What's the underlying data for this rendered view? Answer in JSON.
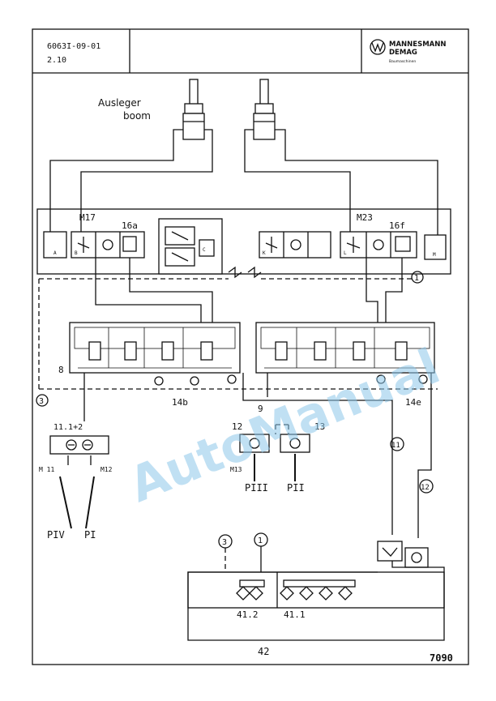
{
  "header": {
    "doc_number": "6063I-09-01",
    "revision": "2.10",
    "brand_line1": "MANNESMANN",
    "brand_line2": "DEMAG",
    "brand_sub": "Baumaschinen"
  },
  "labels": {
    "ausleger": "Ausleger",
    "boom": "boom",
    "m17": "M17",
    "v16a": "16a",
    "m23": "M23",
    "v16f": "16f",
    "n1": "1",
    "n3": "3",
    "n8": "8",
    "v14b": "14b",
    "n9": "9",
    "v14e": "14e",
    "v11": "11.1+2",
    "n12": "12",
    "n13": "13",
    "m11": "M 11",
    "m12": "M12",
    "m13": "M13",
    "p4": "PIV",
    "p1": "PI",
    "p3": "PIII",
    "p2": "PII",
    "n11": "11",
    "n12c": "12",
    "bot3": "3",
    "bot1": "1",
    "f412": "41.2",
    "f411": "41.1",
    "n42": "42",
    "page": "7090"
  },
  "watermark": "AutoManual"
}
